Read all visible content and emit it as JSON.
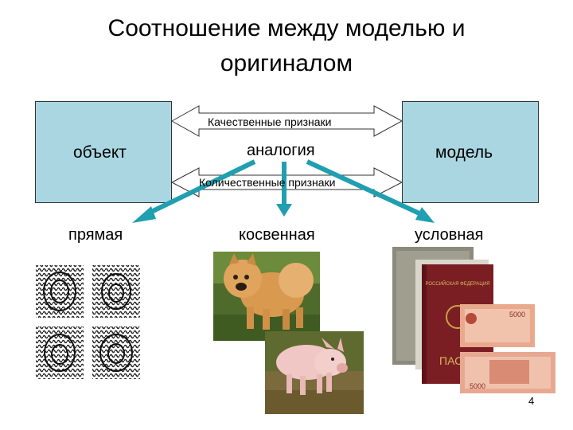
{
  "title_line1": "Соотношение между моделью и",
  "title_line2": "оригиналом",
  "object_label": "объект",
  "model_label": "модель",
  "qualitative_label": "Качественные признаки",
  "analogy_label": "аналогия",
  "quantitative_label": "Количественные признаки",
  "types": [
    "прямая",
    "косвенная",
    "условная"
  ],
  "page_number": "4",
  "colors": {
    "box_fill": "#a9d6e0",
    "arrow_fill": "#1f9fb0"
  },
  "passport_text": "РОССИЙСКАЯ ФЕДЕРАЦИЯ",
  "passport_bottom": "ПАС",
  "banknote_value": "5000"
}
